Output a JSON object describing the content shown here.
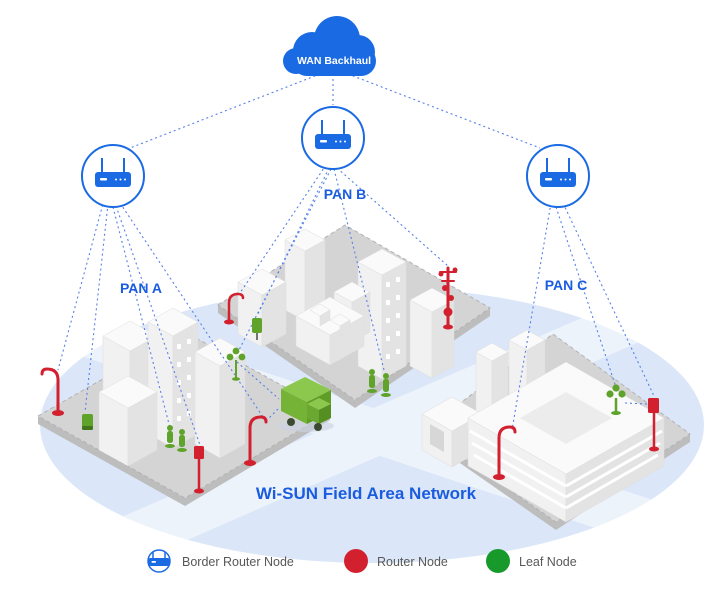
{
  "diagram": {
    "cloud_label": "WAN Backhaul",
    "pans": [
      {
        "id": "pan-a",
        "label": "PAN A"
      },
      {
        "id": "pan-b",
        "label": "PAN B"
      },
      {
        "id": "pan-c",
        "label": "PAN C"
      }
    ],
    "title": "Wi-SUN Field Area Network"
  },
  "legend": {
    "items": [
      {
        "label": "Border Router Node",
        "icon": "border-router-icon",
        "color": "#1a6ae4"
      },
      {
        "label": "Router Node",
        "icon": "red-circle",
        "color": "#d2202f"
      },
      {
        "label": "Leaf Node",
        "icon": "green-circle",
        "color": "#18992b"
      }
    ]
  },
  "colors": {
    "primary_blue": "#1a6ae4",
    "label_blue": "#1a5ce0",
    "link_blue": "#5580e8",
    "router_red": "#d2202f",
    "leaf_green": "#18992b",
    "node_green": "#5fa32b",
    "truck_green": "#74b336",
    "ellipse_background": "#dbe7f8",
    "platform_gray": "#d4d4d4",
    "legend_text": "#585858"
  }
}
